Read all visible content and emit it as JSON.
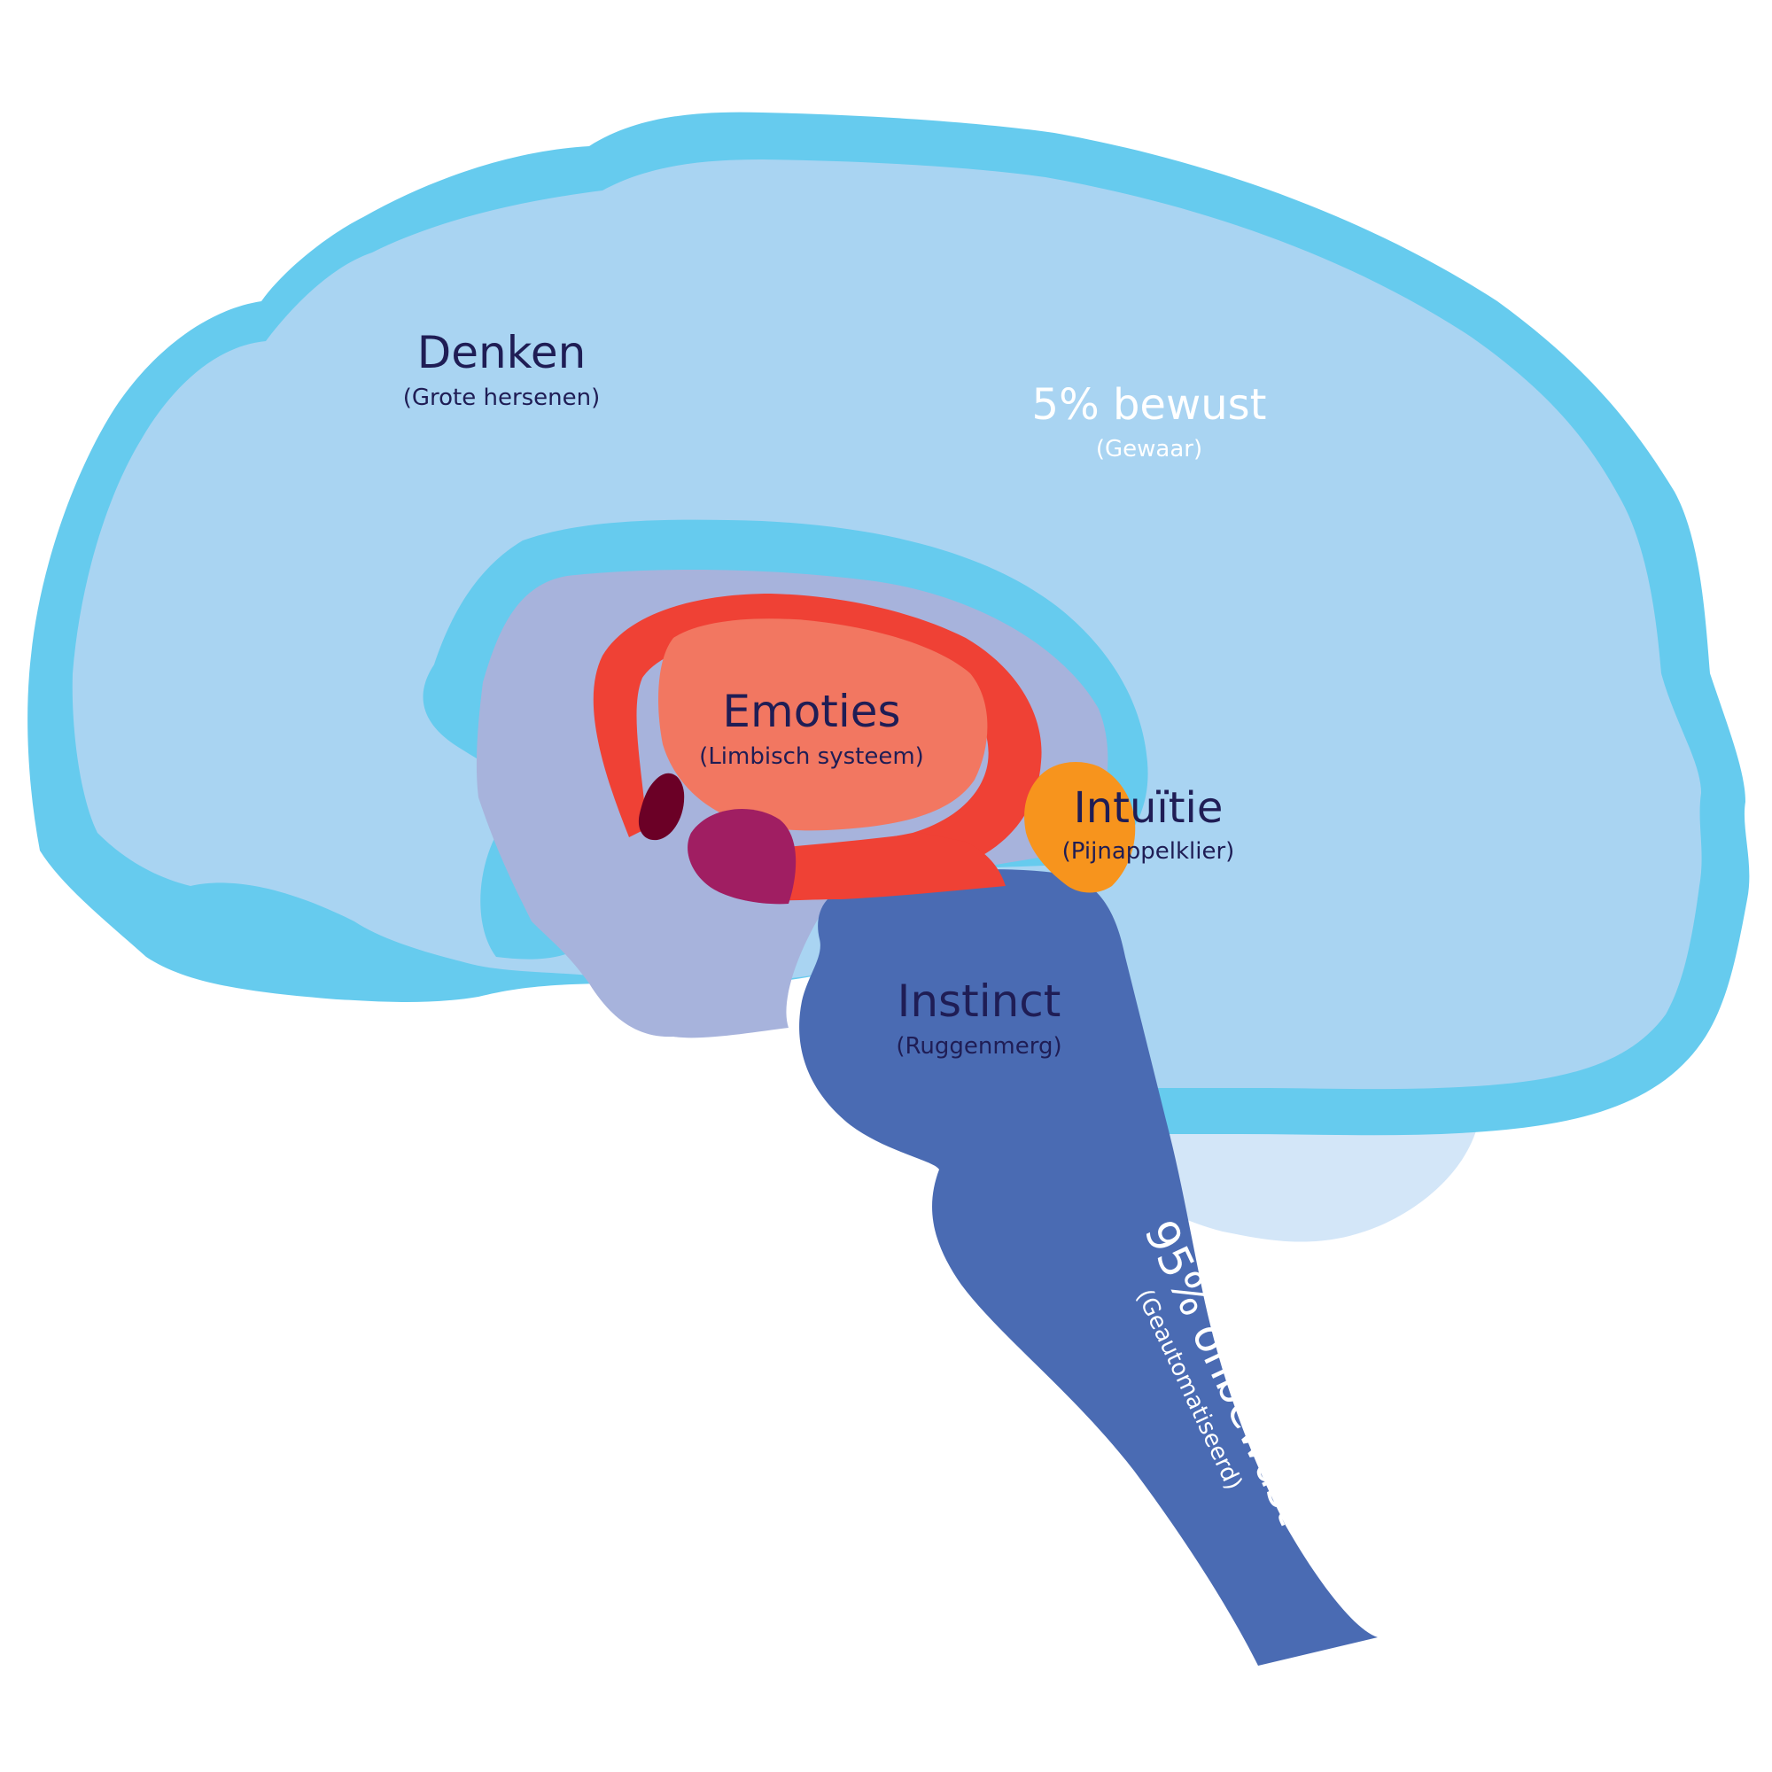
{
  "labels": {
    "thinking": {
      "title": "Denken",
      "subtitle": "(Grote hersenen)"
    },
    "conscious": {
      "title": "5% bewust",
      "subtitle": "(Gewaar)"
    },
    "emotions": {
      "title": "Emoties",
      "subtitle": "(Limbisch systeem)"
    },
    "intuition": {
      "title": "Intuïtie",
      "subtitle": "(Pijnappelklier)"
    },
    "instinct": {
      "title": "Instinct",
      "subtitle": "(Ruggenmerg)"
    },
    "unconscious": {
      "title": "95% onbewust",
      "subtitle": "(Geautomatiseerd)"
    }
  },
  "colors": {
    "cerebrum_outline": "#66CBEE",
    "cerebrum_fill": "#A9D4F2",
    "midbrain": "#A7B3DC",
    "cerebellum": "#D3E6F8",
    "limbic_ring": "#EF4135",
    "limbic_core": "#F27761",
    "amygdala": "#A01E62",
    "small_nucleus": "#6B0026",
    "pineal": "#F7941D",
    "brainstem": "#4A6BB3",
    "dark_text": "#1F1D55",
    "light_text": "#FFFFFF"
  }
}
